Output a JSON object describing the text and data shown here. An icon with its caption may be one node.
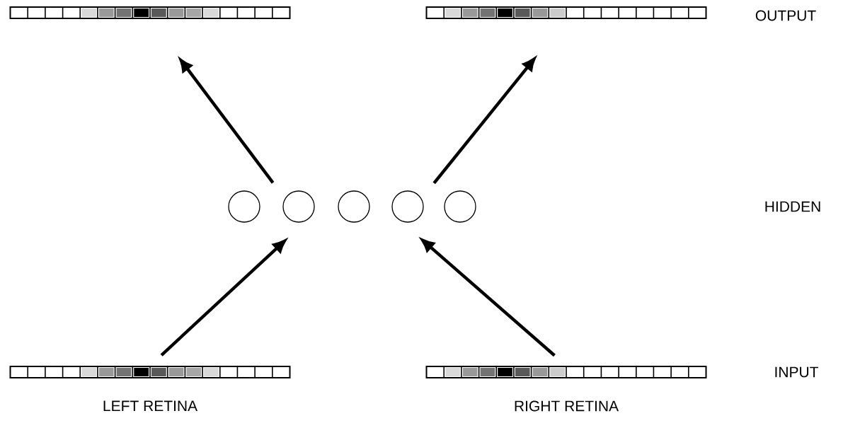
{
  "diagram": {
    "nodes": [
      {
        "text": [],
        "shape": "bar"
      },
      {
        "text": [],
        "shape": "bar"
      },
      {
        "text": [],
        "shape": "circle"
      },
      {
        "text": [],
        "shape": "circle"
      },
      {
        "text": [],
        "shape": "circle"
      },
      {
        "text": [],
        "shape": "circle"
      },
      {
        "text": [],
        "shape": "circle"
      },
      {
        "text": [],
        "shape": "bar",
        "beside": [
          "LEFT RETINA"
        ]
      },
      {
        "text": [],
        "shape": "bar",
        "beside": [
          "RIGHT RETINA"
        ]
      }
    ],
    "edges": [
      {
        "from": 7,
        "to": 3,
        "arrow": "to"
      },
      {
        "from": 8,
        "to": 5,
        "arrow": "to"
      },
      {
        "from": 3,
        "to": 0,
        "arrow": "to"
      },
      {
        "from": 5,
        "to": 1,
        "arrow": "to"
      }
    ],
    "labels": [
      "OUTPUT",
      "HIDDEN",
      "INPUT"
    ]
  }
}
